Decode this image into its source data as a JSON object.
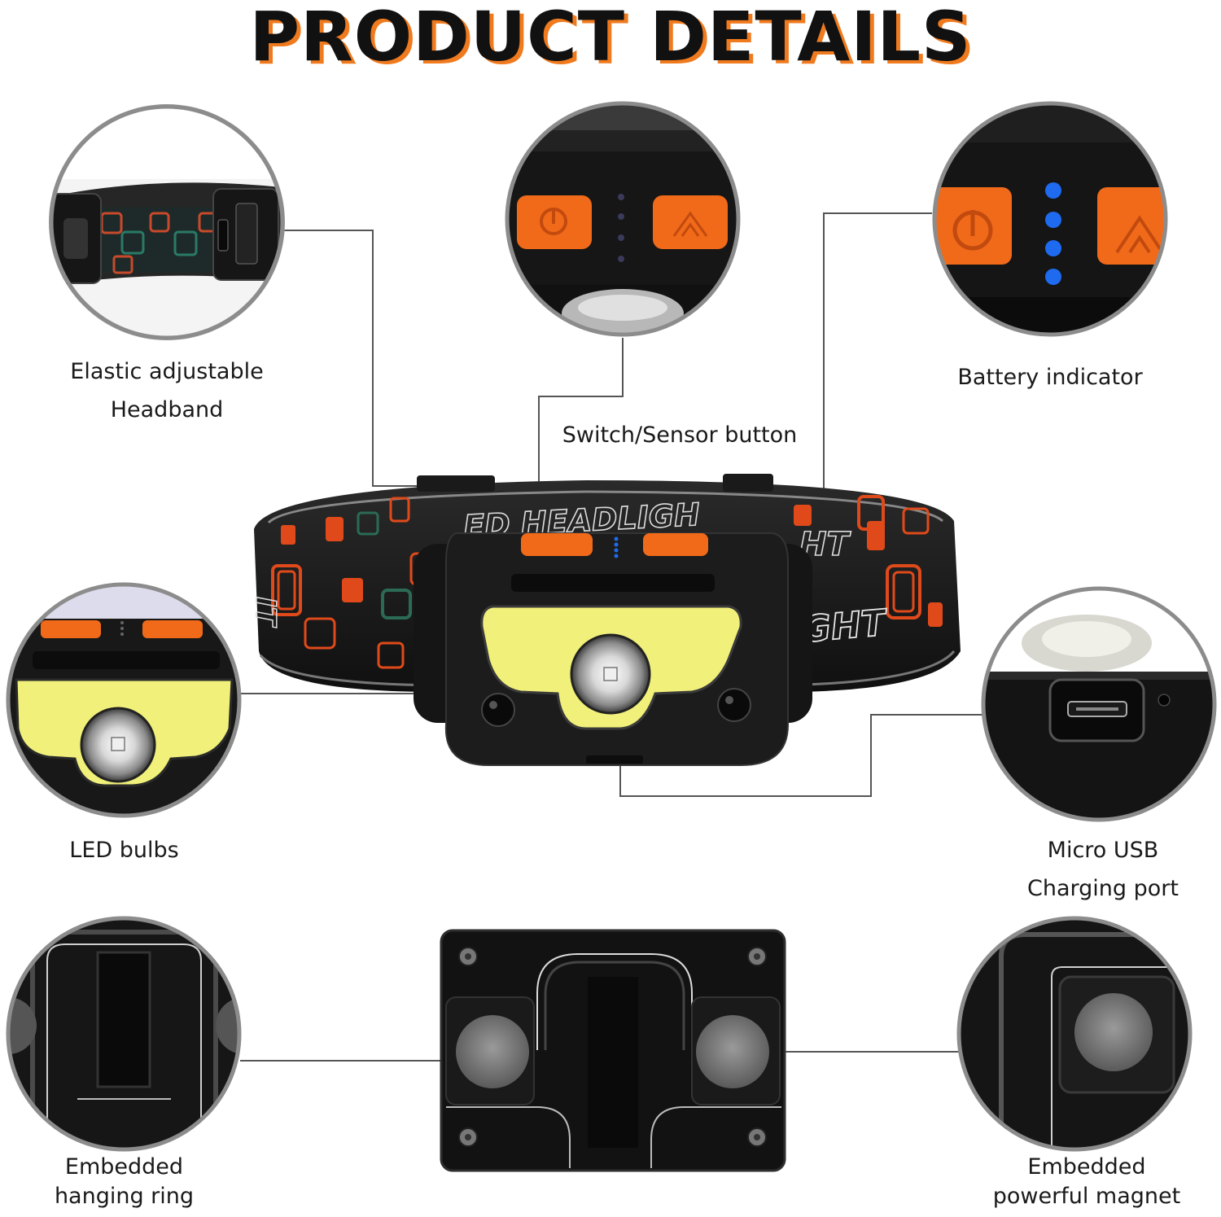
{
  "title": "PRODUCT DETAILS",
  "strap_print": {
    "left": "ED HEADLIGH",
    "right_top": "HT",
    "right_bottom": "IGHT",
    "far_left": "IT"
  },
  "features": {
    "headband": {
      "line1": "Elastic adjustable",
      "line2": "Headband"
    },
    "switch": {
      "label": "Switch/Sensor button"
    },
    "battery": {
      "label": "Battery indicator"
    },
    "led": {
      "label": "LED bulbs"
    },
    "usb": {
      "line1": "Micro USB",
      "line2": "Charging port"
    },
    "ring": {
      "line1": "Embedded",
      "line2": "hanging ring"
    },
    "magnet": {
      "line1": "Embedded",
      "line2": "powerful magnet"
    }
  },
  "colors": {
    "accent_orange": "#f06a1a",
    "title_shadow": "#f07a1e",
    "cob_yellow": "#f0f07a",
    "indicator_blue": "#1e6bf0",
    "body_black": "#141414"
  }
}
